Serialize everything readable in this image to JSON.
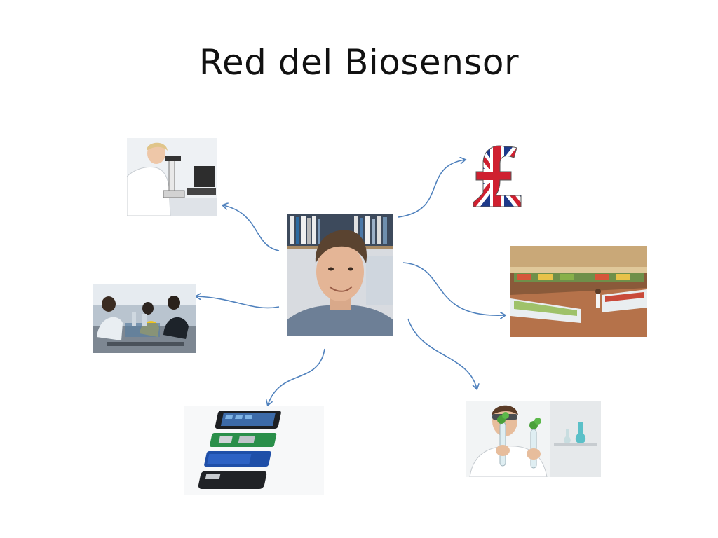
{
  "slide": {
    "title": "Red del Biosensor"
  },
  "colors": {
    "arrow": "#4f81bd",
    "title_text": "#111111"
  },
  "nodes": [
    {
      "id": "center",
      "icon": "person-portrait-photo"
    },
    {
      "id": "lab-scientist",
      "icon": "microscope-scientist-photo"
    },
    {
      "id": "students-lab",
      "icon": "students-workbench-photo"
    },
    {
      "id": "phone-components",
      "icon": "smartphone-exploded-view-photo"
    },
    {
      "id": "plant-researcher",
      "icon": "plant-test-tube-photo"
    },
    {
      "id": "supermarket",
      "icon": "supermarket-aisle-photo"
    },
    {
      "id": "pound-sign",
      "icon": "union-jack-pound-symbol"
    }
  ]
}
